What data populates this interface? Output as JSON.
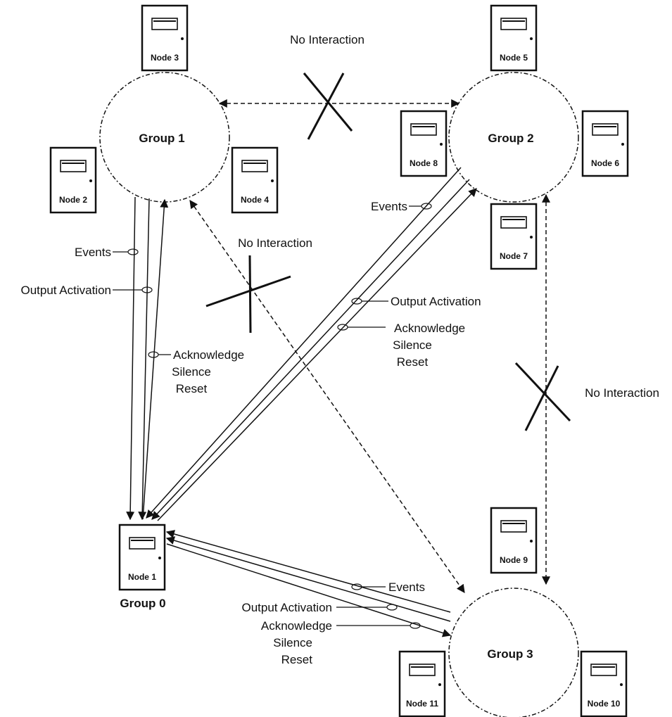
{
  "groups": {
    "group0": "Group 0",
    "group1": "Group 1",
    "group2": "Group 2",
    "group3": "Group 3"
  },
  "nodes": {
    "n1": "Node 1",
    "n2": "Node 2",
    "n3": "Node 3",
    "n4": "Node 4",
    "n5": "Node 5",
    "n6": "Node 6",
    "n7": "Node 7",
    "n8": "Node 8",
    "n9": "Node 9",
    "n10": "Node 10",
    "n11": "Node 11"
  },
  "labels": {
    "no_interaction_top": "No Interaction",
    "no_interaction_mid": "No Interaction",
    "no_interaction_right": "No Interaction",
    "g1_events": "Events",
    "g1_output": "Output Activation",
    "g1_ack": [
      "Acknowledge",
      "Silence",
      "Reset"
    ],
    "g2_events": "Events",
    "g2_output": "Output Activation",
    "g2_ack": [
      "Acknowledge",
      "Silence",
      "Reset"
    ],
    "g3_events": "Events",
    "g3_output": "Output Activation",
    "g3_ack": [
      "Acknowledge",
      "Silence",
      "Reset"
    ]
  }
}
